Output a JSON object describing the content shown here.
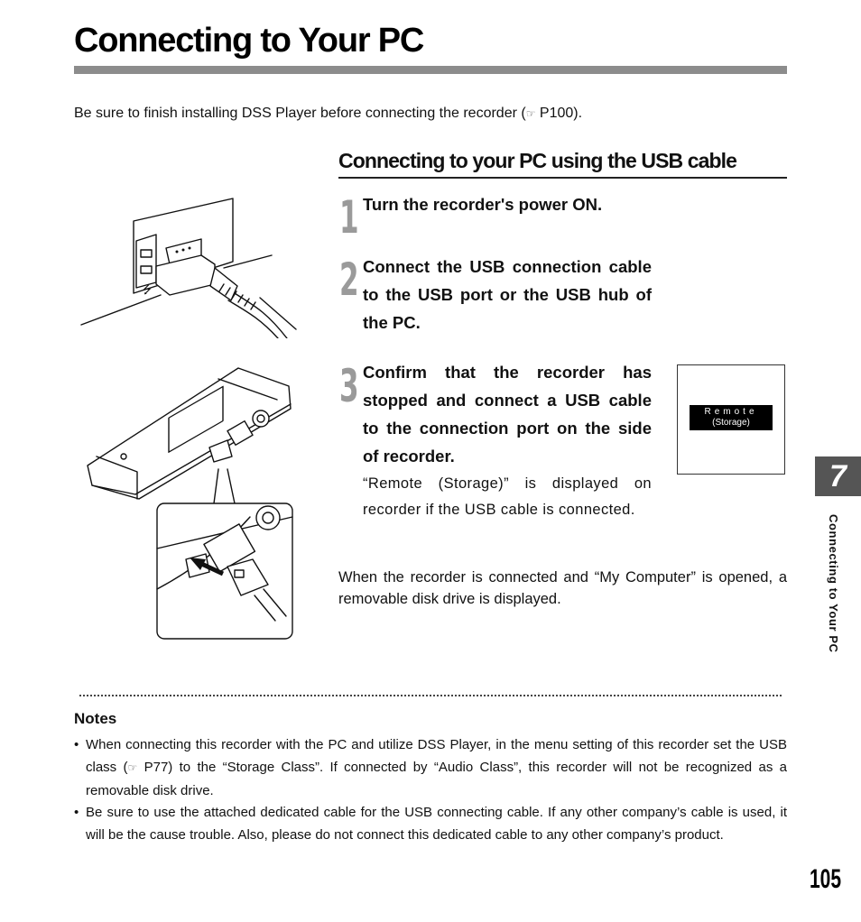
{
  "page": {
    "title": "Connecting to Your PC",
    "intro_before": "Be sure to finish installing DSS Player before connecting the recorder (",
    "intro_ref_icon": "☞",
    "intro_ref": " P100).",
    "chapter_tab": "7",
    "side_label": "Connecting to Your PC",
    "page_number": "105"
  },
  "section": {
    "title": "Connecting to your PC using the USB cable",
    "steps": [
      {
        "number": "1",
        "text": "Turn the recorder's power ON."
      },
      {
        "number": "2",
        "text": "Connect the USB connection cable to the USB port or the USB hub of the PC."
      },
      {
        "number": "3",
        "text": "Confirm that the recorder has stopped and connect a USB cable to the connection port on the side of recorder.",
        "sub": "“Remote (Storage)” is displayed on recorder if the USB cable is connected."
      }
    ],
    "screen": {
      "line1": "Remote",
      "line2": "(Storage)"
    },
    "connected_note": "When the recorder is connected and “My Computer” is opened, a removable disk drive is displayed."
  },
  "notes": {
    "heading": "Notes",
    "items": [
      {
        "bullet": "•",
        "before": "When connecting this recorder with the PC and utilize DSS Player, in the menu setting of this recorder set the USB class (",
        "ref_icon": "☞",
        "after": " P77) to the “Storage Class”. If connected by “Audio Class”, this recorder will not be recognized as a removable disk drive."
      },
      {
        "bullet": "•",
        "text": "Be sure to use the attached dedicated cable for the USB connecting cable. If any other company’s cable is used, it will be the cause trouble. Also, please do not connect this dedicated cable to any other company’s product."
      }
    ]
  }
}
